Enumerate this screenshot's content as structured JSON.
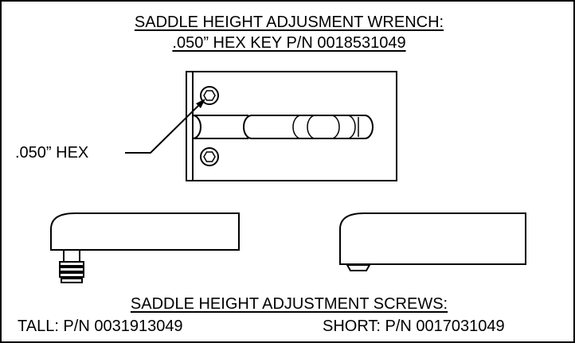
{
  "wrench": {
    "title": "SADDLE HEIGHT ADJUSMENT WRENCH:",
    "part_number": ".050” HEX KEY P/N 0018531049",
    "callout": ".050” HEX"
  },
  "screws": {
    "title": "SADDLE HEIGHT ADJUSTMENT SCREWS:",
    "tall": "TALL: P/N 0031913049",
    "short": "SHORT: P/N 0017031049"
  }
}
